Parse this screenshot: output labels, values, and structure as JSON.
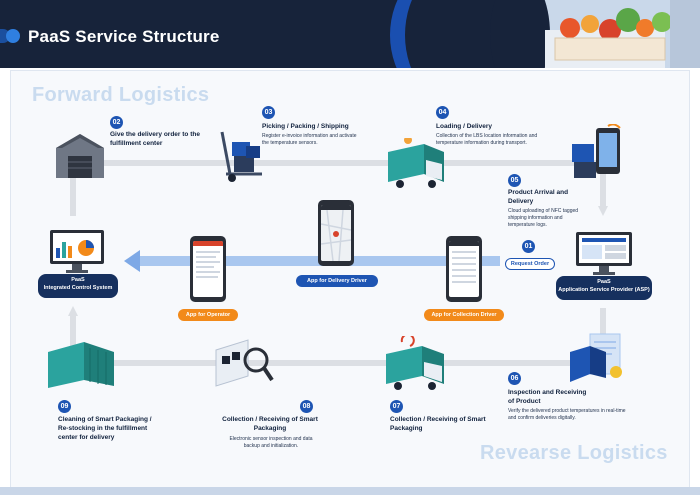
{
  "header": {
    "title": "PaaS Service Structure"
  },
  "labels": {
    "forward": "Forward Logistics",
    "reverse": "Revearse Logistics"
  },
  "steps": [
    {
      "num": "01",
      "title": "Request Order",
      "desc": ""
    },
    {
      "num": "02",
      "title": "Give the delivery order to the fulfillment center",
      "desc": ""
    },
    {
      "num": "03",
      "title": "Picking / Packing / Shipping",
      "desc": "Register e-invoice information and activate the temperature sensors."
    },
    {
      "num": "04",
      "title": "Loading / Delivery",
      "desc": "Collection of the LBS location information and temperature information during transport."
    },
    {
      "num": "05",
      "title": "Product Arrival and Delivery",
      "desc": "Cloud uploading of NFC tagged shipping information and temperature logs."
    },
    {
      "num": "06",
      "title": "Inspection and Receiving of Product",
      "desc": "Verify the delivered product temperatures in real-time and confirm deliveries digitally."
    },
    {
      "num": "07",
      "title": "Collection / Receiving of Smart Packaging",
      "desc": ""
    },
    {
      "num": "08",
      "title": "Collection / Receiving of Smart Packaging",
      "desc": "Electronic sensor inspection and data backup and initialization."
    },
    {
      "num": "09",
      "title": "Cleaning of Smart Packaging / Re-stocking in the fulfillment center for delivery",
      "desc": ""
    }
  ],
  "nodes": {
    "left": {
      "name": "PaaS",
      "sub": "Integrated Control System"
    },
    "right": {
      "name": "PaaS",
      "sub": "Application Service Provider (ASP)"
    }
  },
  "apps": {
    "operator": "App for Operator",
    "delivery_driver": "App for Delivery Driver",
    "collection_driver": "App for Collection Driver"
  },
  "colors": {
    "header": "#17233a",
    "accent": "#1e55b3",
    "orange": "#f28a1a",
    "navy": "#16305e",
    "arrow": "#7ea9e6"
  }
}
